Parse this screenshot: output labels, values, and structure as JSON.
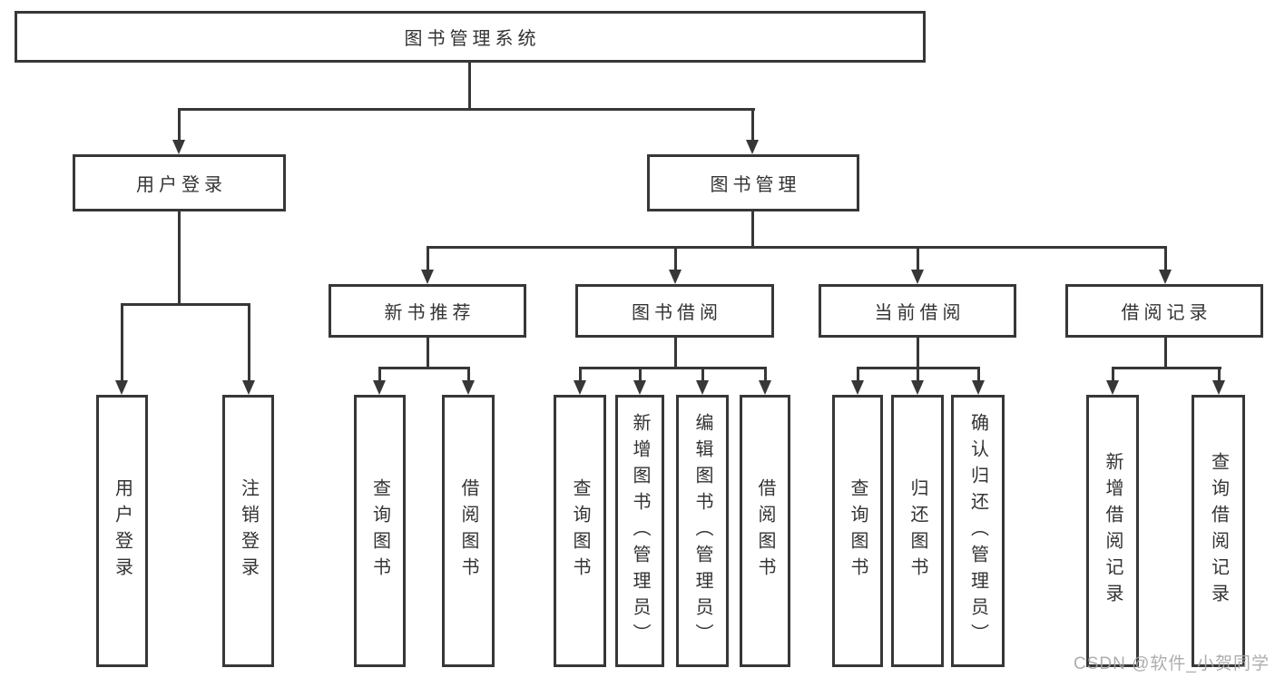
{
  "tree": {
    "root": {
      "label": "图书管理系统",
      "children": [
        {
          "label": "用户登录",
          "children": [
            {
              "label": "用户登录"
            },
            {
              "label": "注销登录"
            }
          ]
        },
        {
          "label": "图书管理",
          "children": [
            {
              "label": "新书推荐",
              "children": [
                {
                  "label": "查询图书"
                },
                {
                  "label": "借阅图书"
                }
              ]
            },
            {
              "label": "图书借阅",
              "children": [
                {
                  "label": "查询图书"
                },
                {
                  "label": "新增图书（管理员）"
                },
                {
                  "label": "编辑图书（管理员）"
                },
                {
                  "label": "借阅图书"
                }
              ]
            },
            {
              "label": "当前借阅",
              "children": [
                {
                  "label": "查询图书"
                },
                {
                  "label": "归还图书"
                },
                {
                  "label": "确认归还（管理员）"
                }
              ]
            },
            {
              "label": "借阅记录",
              "children": [
                {
                  "label": "新增借阅记录"
                },
                {
                  "label": "查询借阅记录"
                }
              ]
            }
          ]
        }
      ]
    }
  },
  "watermark": {
    "text": "CSDN @软件_小贺同学"
  },
  "colors": {
    "line": "#373737",
    "text": "#333333",
    "box_background": "#ffffff",
    "watermark": "#a5a5a5"
  }
}
